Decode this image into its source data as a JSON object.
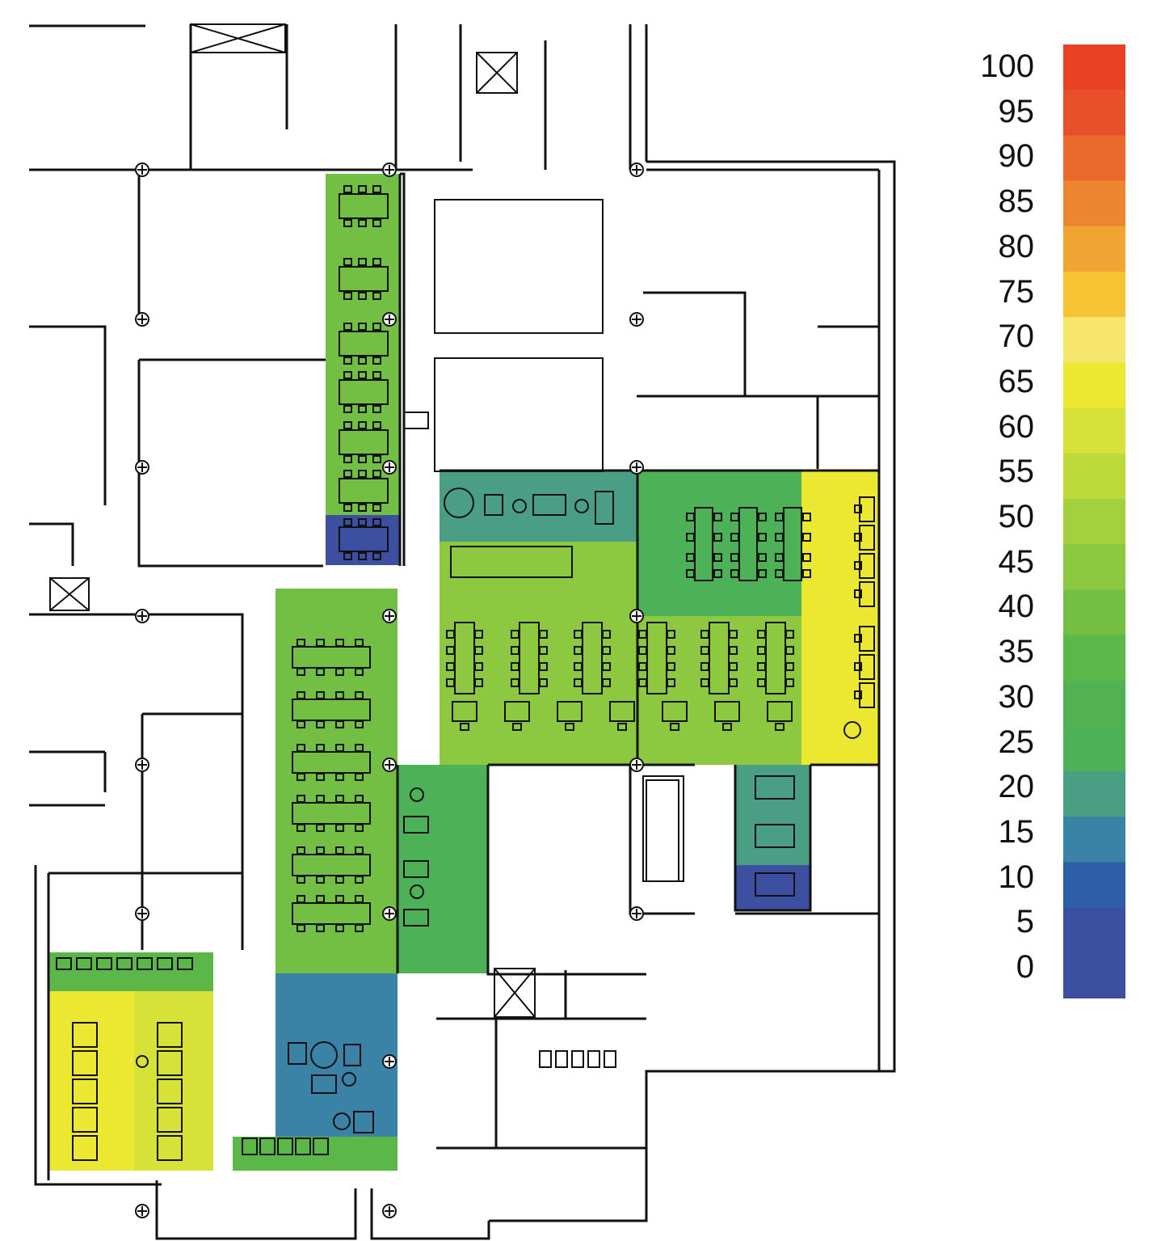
{
  "legend": {
    "ticks": [
      "100",
      "95",
      "90",
      "85",
      "80",
      "75",
      "70",
      "65",
      "60",
      "55",
      "50",
      "45",
      "40",
      "35",
      "30",
      "25",
      "20",
      "15",
      "10",
      "5",
      "0"
    ],
    "colors": [
      "#e84124",
      "#e8502a",
      "#ea6a2c",
      "#ee8530",
      "#f0a431",
      "#f5c333",
      "#f7e66e",
      "#ece832",
      "#d6e237",
      "#bdd93a",
      "#a3d03e",
      "#8dc940",
      "#72bf44",
      "#5ab748",
      "#52b252",
      "#4db157",
      "#4a9e84",
      "#3a82a6",
      "#2f5ea9",
      "#3c4fa0",
      "#3c4fa0"
    ]
  },
  "heat_zones": [
    {
      "id": "meeting-row-top-1",
      "value": 40
    },
    {
      "id": "meeting-row-top-2",
      "value": 40
    },
    {
      "id": "meeting-row-top-3",
      "value": 40
    },
    {
      "id": "meeting-row-top-4",
      "value": 40
    },
    {
      "id": "meeting-row-top-5",
      "value": 40
    },
    {
      "id": "meeting-row-top-6",
      "value": 40
    },
    {
      "id": "meeting-row-top-7",
      "value": 5
    },
    {
      "id": "lounge-north",
      "value": 20
    },
    {
      "id": "workstations-northeast",
      "value": 25
    },
    {
      "id": "workstations-center",
      "value": 45
    },
    {
      "id": "open-office-south",
      "value": 45
    },
    {
      "id": "east-perimeter",
      "value": 65
    },
    {
      "id": "training-room",
      "value": 40
    },
    {
      "id": "corridor-teal",
      "value": 25
    },
    {
      "id": "small-meeting-1",
      "value": 20
    },
    {
      "id": "small-meeting-2",
      "value": 20
    },
    {
      "id": "small-meeting-3",
      "value": 5
    },
    {
      "id": "cafe",
      "value": 15
    },
    {
      "id": "west-strip",
      "value": 35
    },
    {
      "id": "west-desks-1",
      "value": 65
    },
    {
      "id": "west-desks-2",
      "value": 60
    },
    {
      "id": "south-strip",
      "value": 35
    }
  ]
}
